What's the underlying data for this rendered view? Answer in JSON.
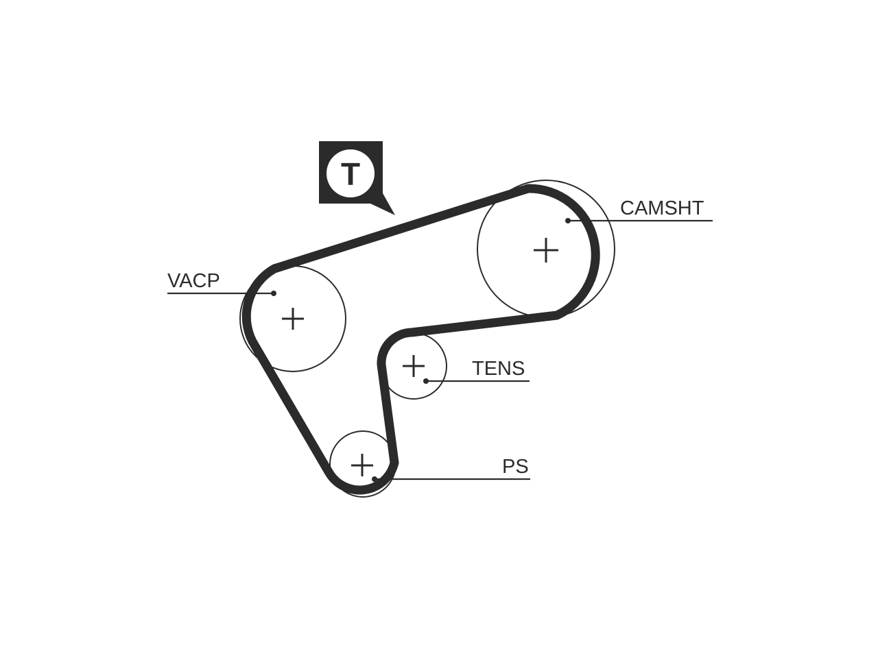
{
  "labels": {
    "camshaft": "CAMSHT",
    "vacuum_pump": "VACP",
    "tensioner": "TENS",
    "power_steering": "PS"
  },
  "badge": {
    "letter": "T",
    "icon": "tensioner-marker-icon"
  },
  "colors": {
    "line": "#2b2b2b",
    "background": "#ffffff"
  }
}
